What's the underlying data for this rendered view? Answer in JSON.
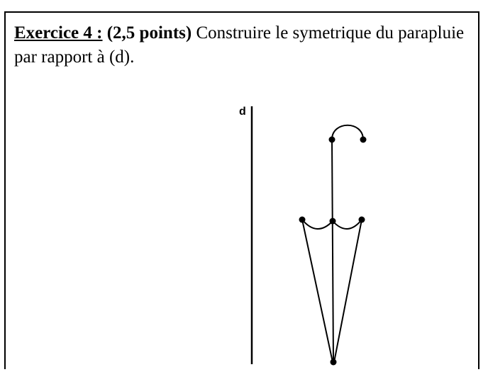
{
  "exercise": {
    "label": "Exercice 4 :",
    "points": "(2,5 points)",
    "instruction": "Construire le symetrique du parapluie par rapport à (d)."
  },
  "figure": {
    "line_label": "d"
  }
}
